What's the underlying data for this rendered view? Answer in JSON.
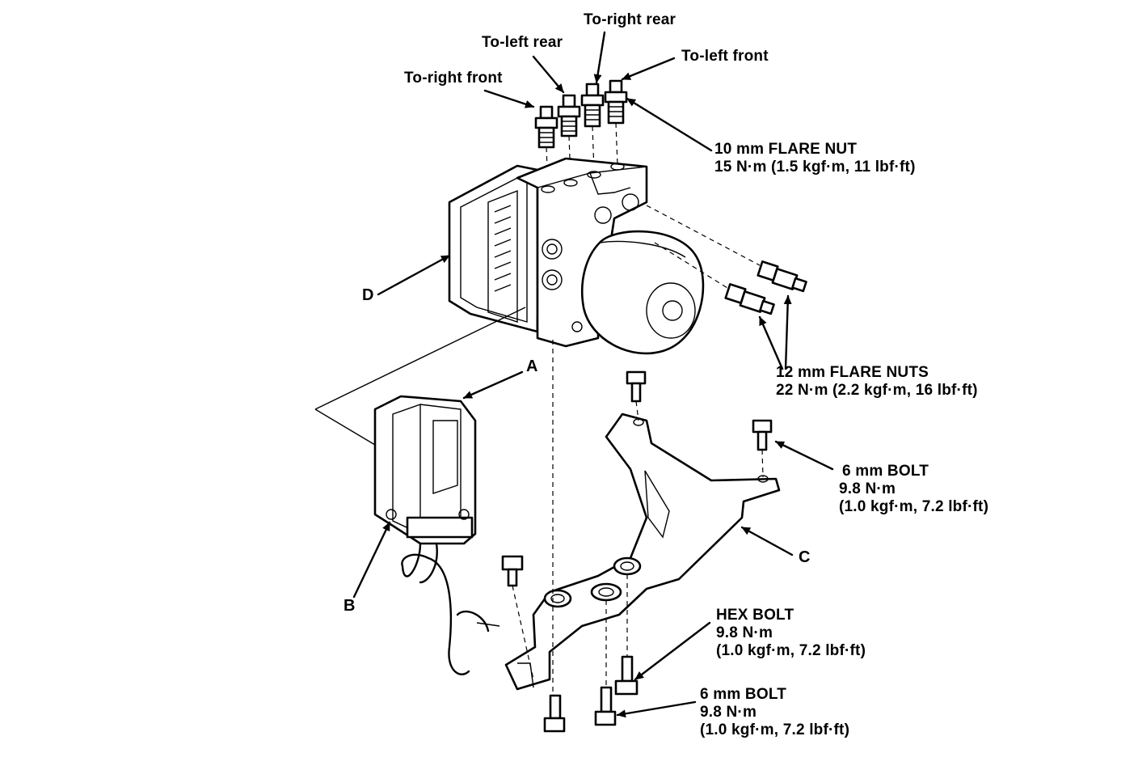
{
  "labels": {
    "to_right_front": "To-right front",
    "to_left_rear": "To-left rear",
    "to_right_rear": "To-right rear",
    "to_left_front": "To-left front",
    "flare_nut_10": {
      "line1": "10 mm FLARE NUT",
      "line2": "15 N·m (1.5 kgf·m, 11 lbf·ft)"
    },
    "flare_nuts_12": {
      "line1": "12 mm FLARE NUTS",
      "line2": "22 N·m (2.2 kgf·m, 16 lbf·ft)"
    },
    "bolt_6mm_upper": {
      "line1": "6 mm BOLT",
      "line2": "9.8 N·m",
      "line3": "(1.0 kgf·m, 7.2 lbf·ft)"
    },
    "hex_bolt": {
      "line1": "HEX BOLT",
      "line2": "9.8 N·m",
      "line3": "(1.0 kgf·m, 7.2 lbf·ft)"
    },
    "bolt_6mm_lower": {
      "line1": "6 mm BOLT",
      "line2": "9.8 N·m",
      "line3": "(1.0 kgf·m, 7.2 lbf·ft)"
    },
    "part_a": "A",
    "part_b": "B",
    "part_c": "C",
    "part_d": "D"
  }
}
